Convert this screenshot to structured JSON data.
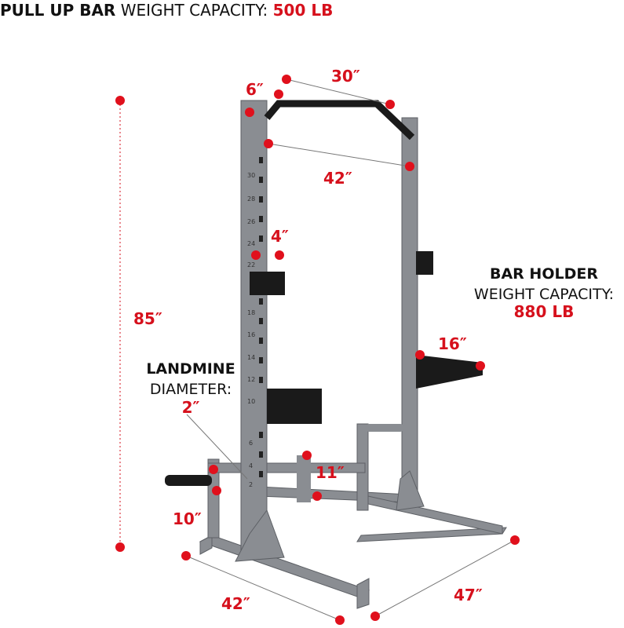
{
  "header": {
    "bold_label": "PULL UP BAR",
    "label": " WEIGHT CAPACITY: ",
    "value": "500 LB"
  },
  "dimensions": {
    "top_depth": "6″",
    "bar_width": "30″",
    "inner_width": "42″",
    "hook_width": "4″",
    "height": "85″",
    "safety_arm": "16″",
    "landmine_height": "11″",
    "plate_post": "10″",
    "base_width": "42″",
    "base_depth": "47″"
  },
  "bar_holder": {
    "title": "BAR HOLDER",
    "label": "WEIGHT CAPACITY:",
    "value": "880 LB"
  },
  "landmine": {
    "title": "LANDMINE",
    "label": "DIAMETER:",
    "value": "2″"
  },
  "upright_numbers": [
    "30",
    "28",
    "26",
    "24",
    "22",
    "18",
    "16",
    "14",
    "12",
    "10",
    "6",
    "4",
    "2"
  ],
  "colors": {
    "accent": "#d6101c",
    "frame": "#8a8d92",
    "text": "#111111"
  }
}
